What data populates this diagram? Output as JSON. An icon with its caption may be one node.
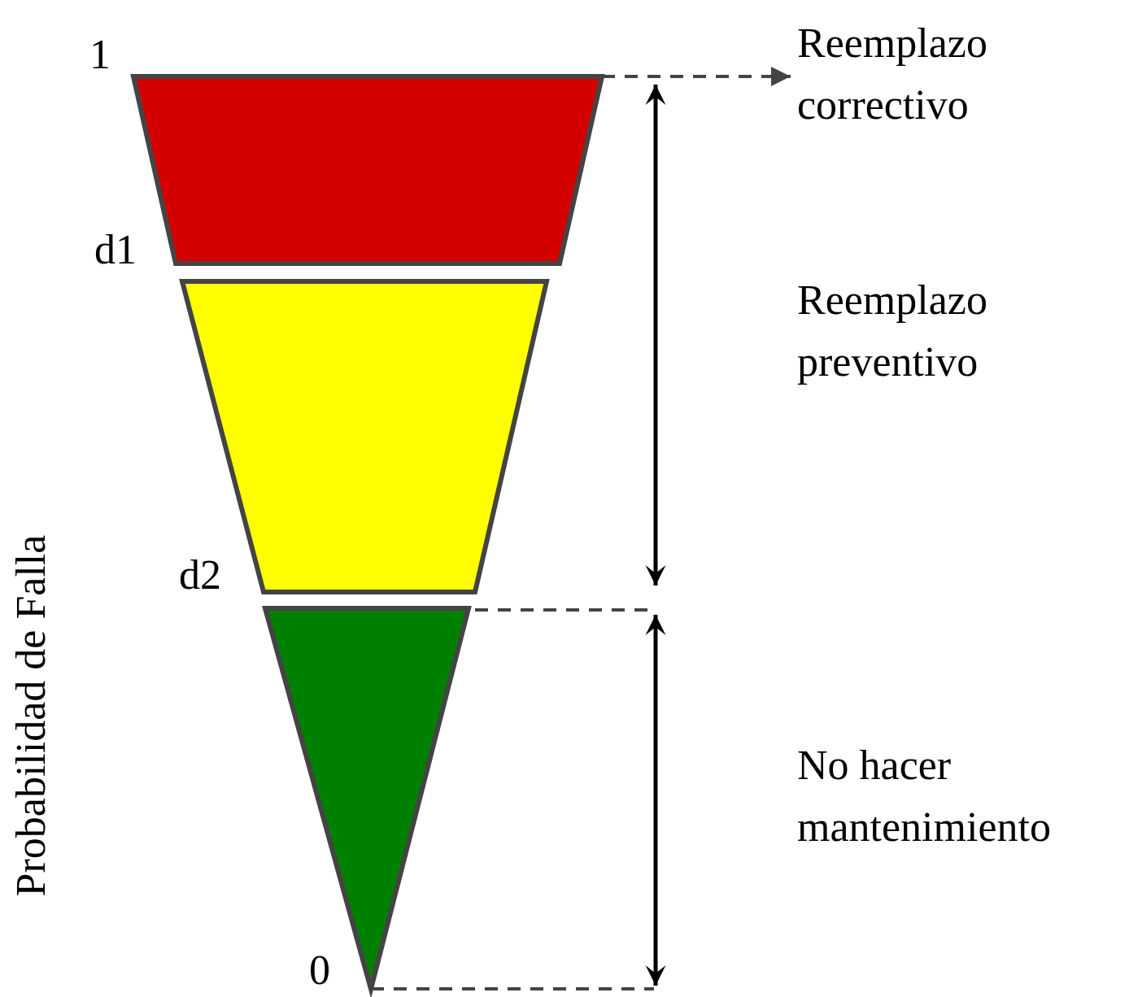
{
  "diagram": {
    "nodes": [
      {
        "text": [],
        "shape": "trapezoid"
      },
      {
        "text": [],
        "shape": "trapezoid"
      },
      {
        "text": [],
        "shape": "triangle"
      },
      {
        "text": [
          "Reemplazo correctivo"
        ]
      }
    ],
    "edges": [
      {
        "from": 0,
        "to": 3,
        "arrow": "to",
        "style": "dashed"
      }
    ],
    "labels": [
      "1",
      "d1",
      "d2",
      "0",
      "Probabilidad de Falla",
      "Reemplazo preventivo",
      "No hacer mantenimiento"
    ]
  }
}
